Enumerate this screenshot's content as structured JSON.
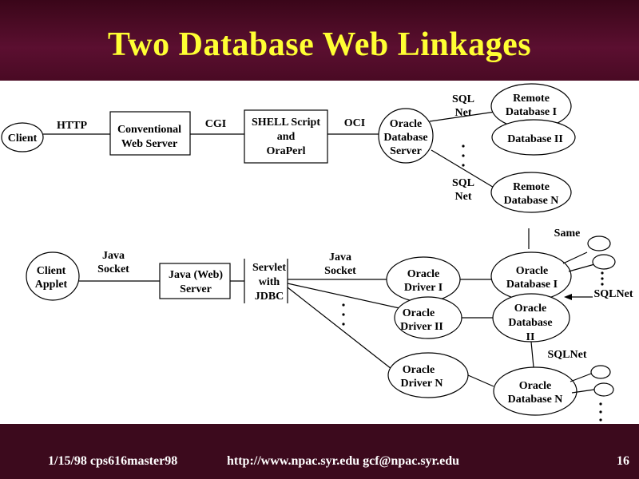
{
  "slide": {
    "title": "Two Database Web Linkages",
    "footer_left": "1/15/98 cps616master98",
    "footer_center": "http://www.npac.syr.edu gcf@npac.syr.edu",
    "page_number": "16"
  },
  "diagram": {
    "top": {
      "client": "Client",
      "http": "HTTP",
      "web_server": [
        "Conventional",
        "Web Server"
      ],
      "cgi": "CGI",
      "shell_script": [
        "SHELL Script",
        "and",
        "OraPerl"
      ],
      "oci": "OCI",
      "oracle_db_server": [
        "Oracle",
        "Database",
        "Server"
      ],
      "sql_net_1": [
        "SQL",
        "Net"
      ],
      "sql_net_2": [
        "SQL",
        "Net"
      ],
      "remote_db_1": [
        "Remote",
        "Database I"
      ],
      "database_2": "Database II",
      "remote_db_n": [
        "Remote",
        "Database N"
      ]
    },
    "bottom": {
      "client_applet": [
        "Client",
        "Applet"
      ],
      "java_socket_1": [
        "Java",
        "Socket"
      ],
      "java_web_server": [
        "Java (Web)",
        "Server"
      ],
      "servlet": [
        "Servlet",
        "with",
        "JDBC"
      ],
      "java_socket_2": [
        "Java",
        "Socket"
      ],
      "driver_1": [
        "Oracle",
        "Driver I"
      ],
      "driver_2": [
        "Oracle",
        "Driver II"
      ],
      "driver_n": [
        "Oracle",
        "Driver N"
      ],
      "same": "Same",
      "db_1": [
        "Oracle",
        "Database I"
      ],
      "db_2": [
        "Oracle",
        "Database",
        "II"
      ],
      "db_n": [
        "Oracle",
        "Database N"
      ],
      "sqlnet_right": "SQLNet",
      "sqlnet_mid": "SQLNet"
    }
  }
}
